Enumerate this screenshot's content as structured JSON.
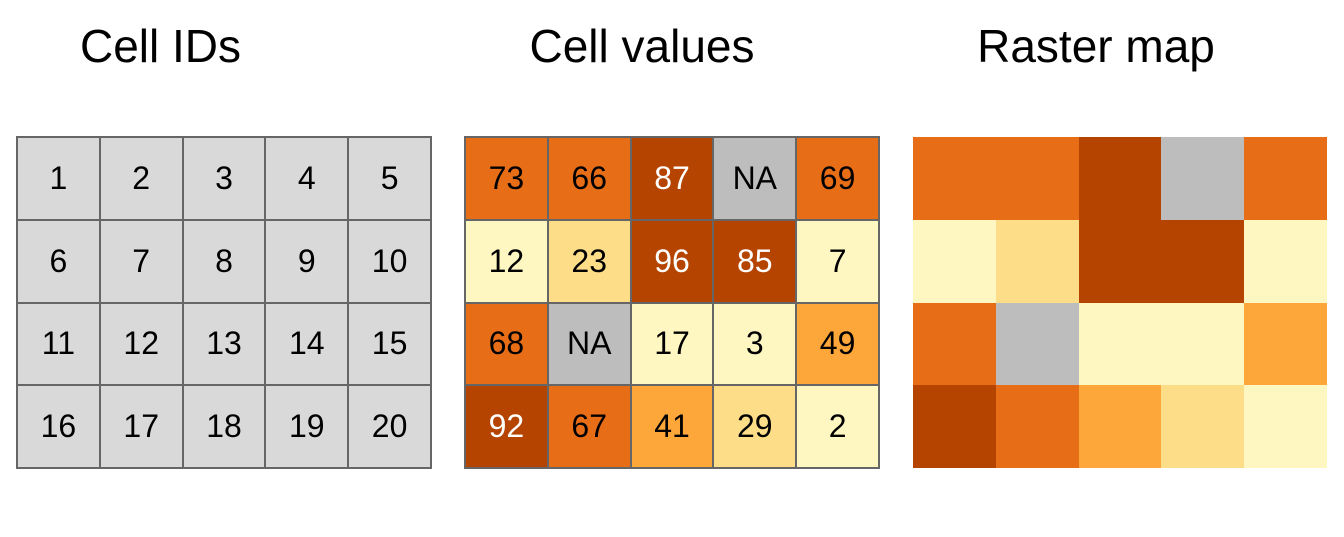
{
  "titles": {
    "ids": "Cell IDs",
    "values": "Cell values",
    "raster": "Raster map"
  },
  "grid": {
    "rows": 4,
    "cols": 5
  },
  "cell_ids": [
    "1",
    "2",
    "3",
    "4",
    "5",
    "6",
    "7",
    "8",
    "9",
    "10",
    "11",
    "12",
    "13",
    "14",
    "15",
    "16",
    "17",
    "18",
    "19",
    "20"
  ],
  "cell_values": [
    "73",
    "66",
    "87",
    "NA",
    "69",
    "12",
    "23",
    "96",
    "85",
    "7",
    "68",
    "NA",
    "17",
    "3",
    "49",
    "92",
    "67",
    "41",
    "29",
    "2"
  ],
  "colors": {
    "id_cell_fill": "#d9d9d9",
    "grid_line": "#666666",
    "na": "#bdbdbd",
    "dark_brown": "#b54400",
    "orange": "#e86d17",
    "light_orange": "#fda63a",
    "pale_orange": "#fedd88",
    "cream": "#fff7c2",
    "text_dark": "#000000",
    "text_light": "#ffffff"
  }
}
